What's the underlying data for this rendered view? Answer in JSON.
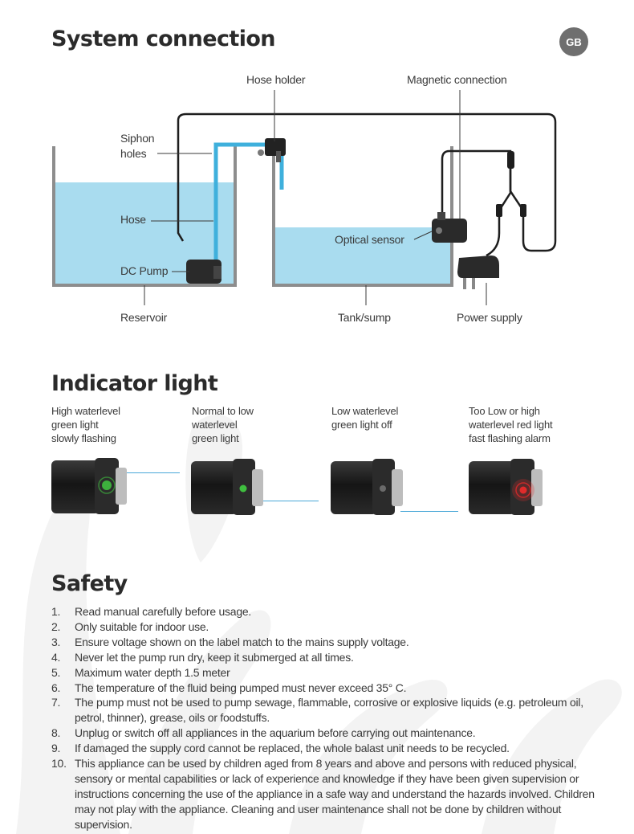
{
  "badge": "GB",
  "system": {
    "title": "System connection",
    "labels": {
      "hose_holder": "Hose holder",
      "magnetic_connection": "Magnetic connection",
      "siphon_line1": "Siphon",
      "siphon_line2": "holes",
      "hose": "Hose",
      "dc_pump": "DC Pump",
      "optical_sensor": "Optical sensor",
      "reservoir": "Reservoir",
      "tank_sump": "Tank/sump",
      "power_supply": "Power supply"
    }
  },
  "indicator": {
    "title": "Indicator light",
    "states": [
      {
        "label": "High waterlevel\ngreen light\nslowly flashing",
        "light": "green-flashing",
        "color": "#3fbf3f"
      },
      {
        "label": "Normal to low\nwaterlevel\ngreen light",
        "light": "green-steady",
        "color": "#3fbf3f"
      },
      {
        "label": "Low waterlevel\ngreen light off",
        "light": "off",
        "color": "#9a9a9a"
      },
      {
        "label": "Too Low or high\nwaterlevel red light\nfast flashing alarm",
        "light": "red-flashing",
        "color": "#e02b2b"
      }
    ]
  },
  "safety": {
    "title": "Safety",
    "items": [
      {
        "num": "1.",
        "text": "Read manual carefully before usage."
      },
      {
        "num": "2.",
        "text": "Only suitable for indoor use."
      },
      {
        "num": "3.",
        "text": "Ensure voltage shown on the label match to the mains supply voltage."
      },
      {
        "num": "4.",
        "text": "Never let the pump run dry, keep it submerged at all times."
      },
      {
        "num": "5.",
        "text": "Maximum water depth 1.5 meter"
      },
      {
        "num": "6.",
        "text": "The temperature of the fluid being pumped must never exceed 35° C."
      },
      {
        "num": "7.",
        "text": "The pump must not be used to pump sewage, flammable, corrosive or explosive liquids (e.g. petroleum oil, petrol, thinner), grease, oils or foodstuffs."
      },
      {
        "num": "8.",
        "text": "Unplug or switch off all appliances in the aquarium before carrying out maintenance."
      },
      {
        "num": "9.",
        "text": "If damaged the supply cord cannot be replaced, the whole balast unit needs to be recycled."
      },
      {
        "num": "10.",
        "text": "This appliance can be used by children aged from 8 years and above and persons with reduced physical, sensory or mental capabilities or lack of experience and knowledge if they have been given supervision or instructions concerning the use of the appliance in a safe way and understand the hazards involved. Children may not play with the appliance. Cleaning and user maintenance shall not be done by children without supervision."
      }
    ]
  },
  "colors": {
    "water": "#a9dcef",
    "hose": "#3fb0dc",
    "tank_wall": "#8d8d8d",
    "cable": "#1e1e1e",
    "connector_line": "#4aa8d8"
  }
}
